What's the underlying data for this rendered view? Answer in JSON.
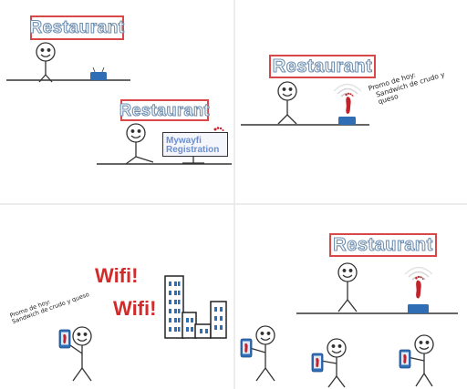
{
  "restaurant_sign": "Restaurant",
  "promo": {
    "line1": "Promo de hoy:",
    "line2": "Sandwich de crudo y queso"
  },
  "registration": {
    "line1": "Mywayfi",
    "line2": "Registration"
  },
  "wifi_shout": "Wifi!",
  "colors": {
    "sign_border": "#d84848",
    "sign_text_outline": "#6f8fb0",
    "wifi_text": "#d32a2a",
    "router": "#2f6db5",
    "footprint": "#c0242a",
    "building_fill": "#ffffff",
    "building_window": "#2f6db5"
  },
  "icons": [
    "stick-figure-icon",
    "router-icon",
    "footprint-icon",
    "phone-icon",
    "building-icon"
  ]
}
